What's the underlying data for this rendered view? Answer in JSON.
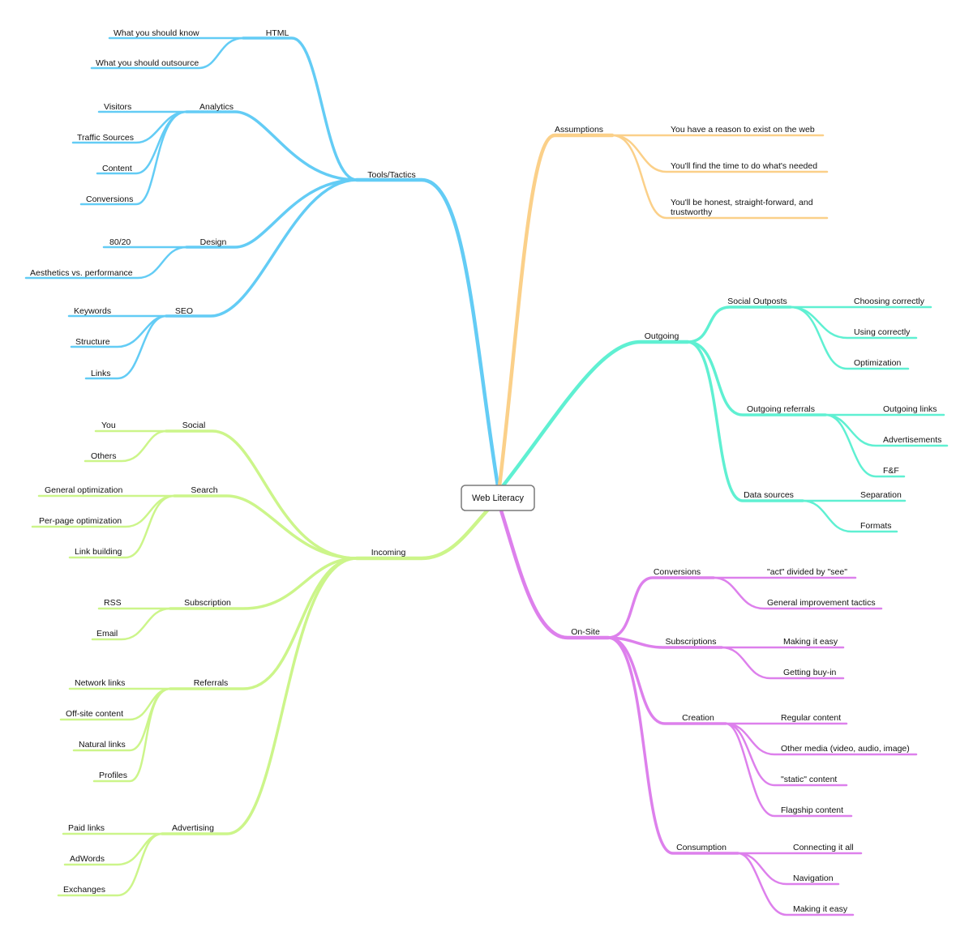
{
  "map": {
    "center": "Web Literacy",
    "colors": {
      "tools": "#63ccf5",
      "incoming": "#ccf58a",
      "assumptions": "#fbd089",
      "outgoing": "#5ff0d2",
      "onsite": "#dd80ec"
    },
    "branches": {
      "tools": {
        "label": "Tools/Tactics",
        "html": {
          "label": "HTML",
          "items": [
            "What you should know",
            "What you should outsource"
          ]
        },
        "analytics": {
          "label": "Analytics",
          "items": [
            "Visitors",
            "Traffic Sources",
            "Content",
            "Conversions"
          ]
        },
        "design": {
          "label": "Design",
          "items": [
            "80/20",
            "Aesthetics vs. performance"
          ]
        },
        "seo": {
          "label": "SEO",
          "items": [
            "Keywords",
            "Structure",
            "Links"
          ]
        }
      },
      "incoming": {
        "label": "Incoming",
        "social": {
          "label": "Social",
          "items": [
            "You",
            "Others"
          ]
        },
        "search": {
          "label": "Search",
          "items": [
            "General optimization",
            "Per-page optimization",
            "Link building"
          ]
        },
        "subscription": {
          "label": "Subscription",
          "items": [
            "RSS",
            "Email"
          ]
        },
        "referrals": {
          "label": "Referrals",
          "items": [
            "Network links",
            "Off-site content",
            "Natural links",
            "Profiles"
          ]
        },
        "advertising": {
          "label": "Advertising",
          "items": [
            "Paid links",
            "AdWords",
            "Exchanges"
          ]
        }
      },
      "assumptions": {
        "label": "Assumptions",
        "items": [
          "You have a reason to exist on the web",
          "You'll find the time to do what's needed",
          "You'll be honest, straight-forward, and",
          "trustworthy"
        ]
      },
      "outgoing": {
        "label": "Outgoing",
        "social_outposts": {
          "label": "Social Outposts",
          "items": [
            "Choosing correctly",
            "Using correctly",
            "Optimization"
          ]
        },
        "outgoing_referrals": {
          "label": "Outgoing referrals",
          "items": [
            "Outgoing links",
            "Advertisements",
            "F&F"
          ]
        },
        "data_sources": {
          "label": "Data sources",
          "items": [
            "Separation",
            "Formats"
          ]
        }
      },
      "onsite": {
        "label": "On-Site",
        "conversions": {
          "label": "Conversions",
          "items": [
            "\"act\" divided by \"see\"",
            "General improvement tactics"
          ]
        },
        "subscriptions": {
          "label": "Subscriptions",
          "items": [
            "Making it easy",
            "Getting buy-in"
          ]
        },
        "creation": {
          "label": "Creation",
          "items": [
            "Regular content",
            "Other media (video, audio, image)",
            "\"static\" content",
            "Flagship content"
          ]
        },
        "consumption": {
          "label": "Consumption",
          "items": [
            "Connecting it all",
            "Navigation",
            "Making it easy"
          ]
        }
      }
    }
  }
}
